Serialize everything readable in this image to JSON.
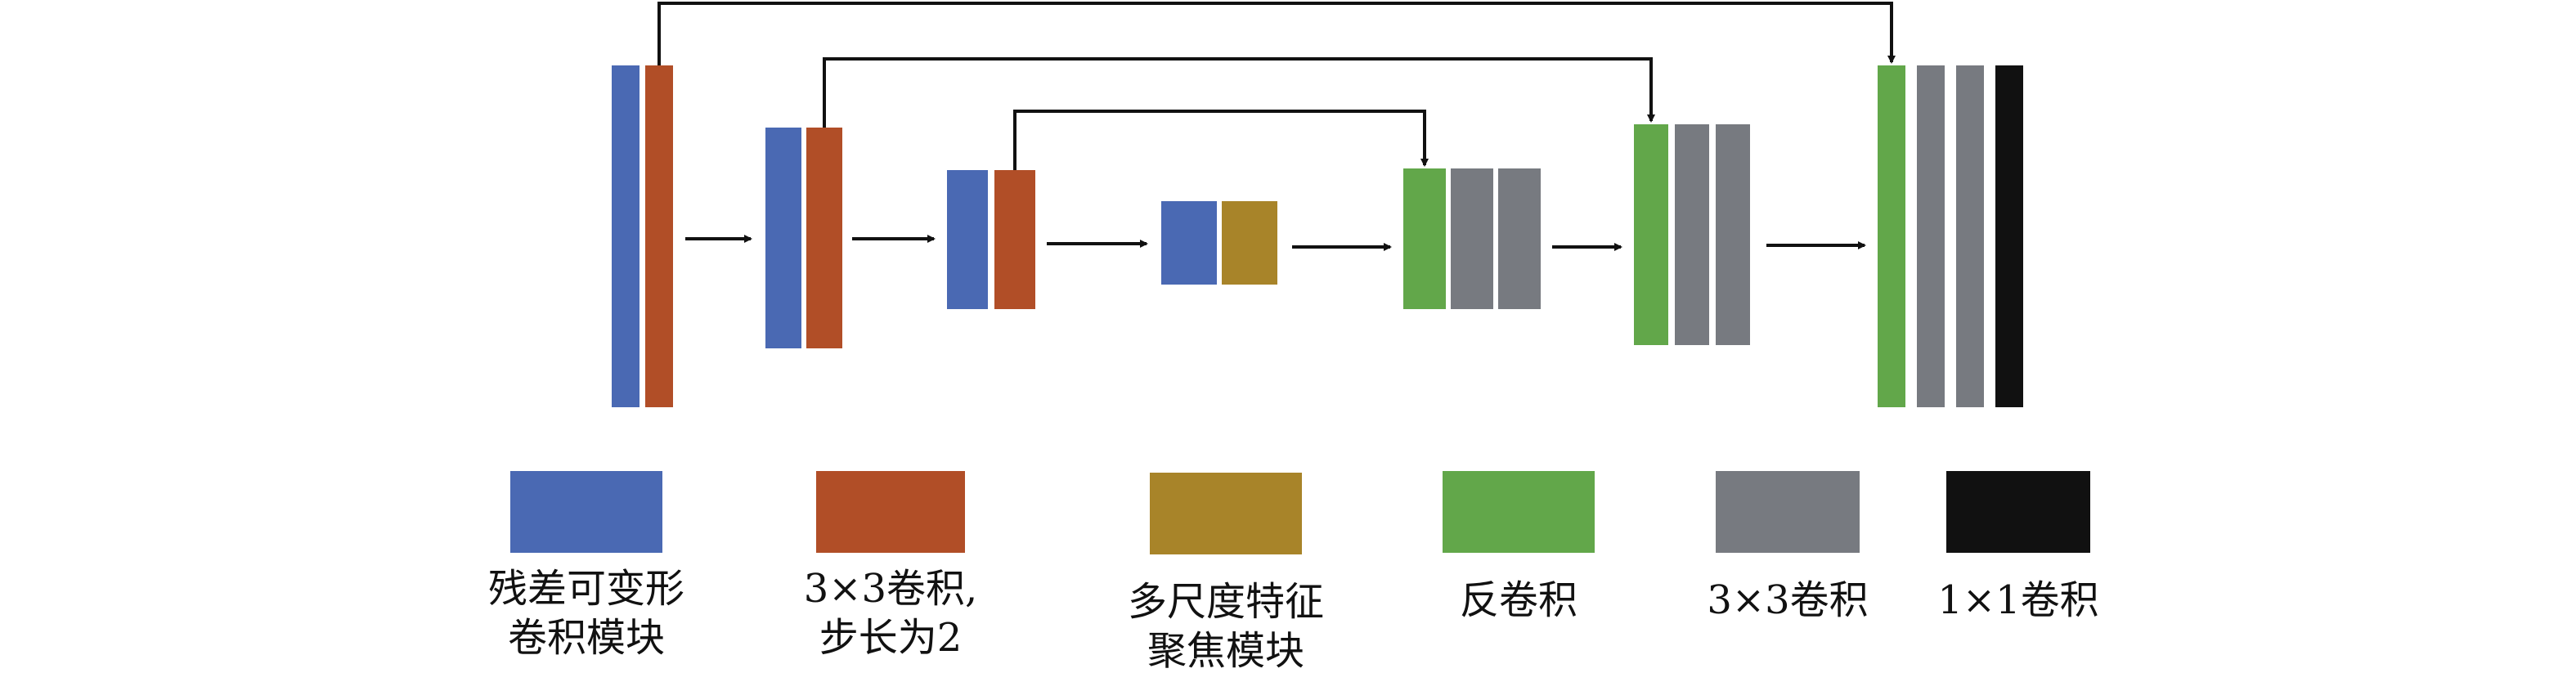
{
  "colors": {
    "blue": "#4a69b3",
    "orange": "#b14e27",
    "gold": "#a88429",
    "green": "#62a74a",
    "gray": "#777a80",
    "black": "#111111",
    "line": "#111111"
  },
  "legend": [
    {
      "id": "res-deform",
      "color": "blue",
      "label_lines": [
        "残差可变形",
        "卷积模块"
      ]
    },
    {
      "id": "conv3-s2",
      "color": "orange",
      "label_lines": [
        "3×3卷积,",
        "步长为2"
      ]
    },
    {
      "id": "msff",
      "color": "gold",
      "label_lines": [
        "多尺度特征",
        "聚焦模块"
      ]
    },
    {
      "id": "deconv",
      "color": "green",
      "label_lines": [
        "反卷积"
      ]
    },
    {
      "id": "conv3",
      "color": "gray",
      "label_lines": [
        "3×3卷积"
      ]
    },
    {
      "id": "conv1",
      "color": "black",
      "label_lines": [
        "1×1卷积"
      ]
    }
  ]
}
